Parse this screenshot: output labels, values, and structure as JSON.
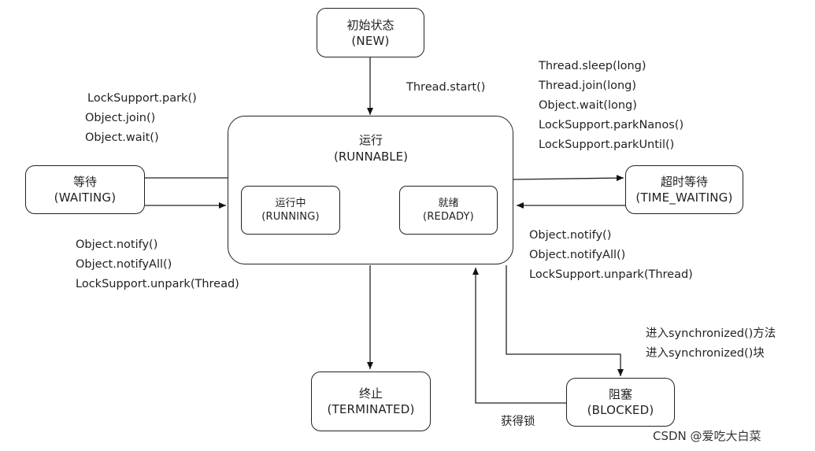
{
  "states": {
    "new": {
      "cn": "初始状态",
      "en": "(NEW)"
    },
    "runnable": {
      "cn": "运行",
      "en": "(RUNNABLE)"
    },
    "running": {
      "cn": "运行中",
      "en": "(RUNNING)"
    },
    "ready": {
      "cn": "就绪",
      "en": "(REDADY)"
    },
    "waiting": {
      "cn": "等待",
      "en": "(WAITING)"
    },
    "timed_waiting": {
      "cn": "超时等待",
      "en": "(TIME_WAITING)"
    },
    "terminated": {
      "cn": "终止",
      "en": "(TERMINATED)"
    },
    "blocked": {
      "cn": "阻塞",
      "en": "(BLOCKED)"
    }
  },
  "labels": {
    "start": "Thread.start()",
    "to_waiting": [
      "LockSupport.park()",
      "Object.join()",
      "Object.wait()"
    ],
    "from_waiting": [
      "Object.notify()",
      "Object.notifyAll()",
      "LockSupport.unpark(Thread)"
    ],
    "to_timed_waiting": [
      "Thread.sleep(long)",
      "Thread.join(long)",
      "Object.wait(long)",
      "LockSupport.parkNanos()",
      "LockSupport.parkUntil()"
    ],
    "from_timed_waiting": [
      "Object.notify()",
      "Object.notifyAll()",
      "LockSupport.unpark(Thread)"
    ],
    "to_blocked": [
      "进入synchronized()方法",
      "进入synchronized()块"
    ],
    "from_blocked": "获得锁"
  },
  "watermark": "CSDN @爱吃大白菜"
}
